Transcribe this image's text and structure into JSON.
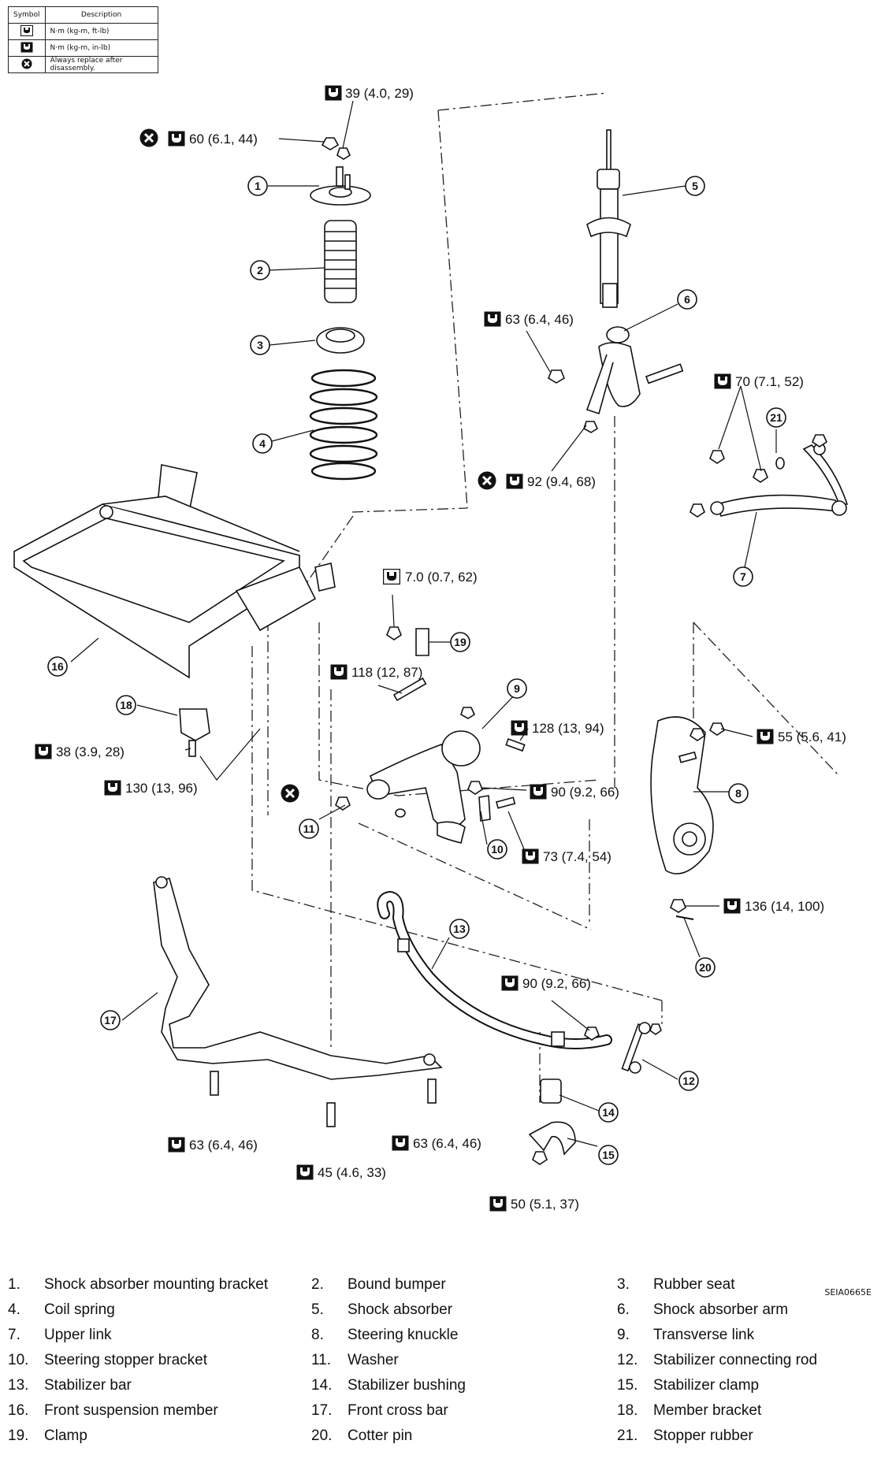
{
  "legend": {
    "headers": [
      "Symbol",
      "Description"
    ],
    "rows": [
      {
        "icon": "torque-wrench-icon",
        "description": "N·m (kg-m, ft-lb)"
      },
      {
        "icon": "torque-wrench-inlb-icon",
        "description": "N·m (kg-m, in-lb)"
      },
      {
        "icon": "replace-x-icon",
        "description": "Always replace after disassembly."
      }
    ]
  },
  "torque_labels": [
    {
      "text": "39 (4.0, 29)",
      "replace": false
    },
    {
      "text": "60 (6.1, 44)",
      "replace": true
    },
    {
      "text": "63 (6.4, 46)",
      "replace": false
    },
    {
      "text": "70 (7.1, 52)",
      "replace": false
    },
    {
      "text": "92 (9.4, 68)",
      "replace": true
    },
    {
      "text": "7.0 (0.7, 62)",
      "replace": false,
      "inlb": true
    },
    {
      "text": "118 (12, 87)",
      "replace": false
    },
    {
      "text": "128 (13, 94)",
      "replace": false
    },
    {
      "text": "55 (5.6, 41)",
      "replace": false
    },
    {
      "text": "38 (3.9, 28)",
      "replace": false
    },
    {
      "text": "130 (13, 96)",
      "replace": false
    },
    {
      "text": "90 (9.2, 66)",
      "replace": false
    },
    {
      "text": "73 (7.4, 54)",
      "replace": false
    },
    {
      "text": "136 (14, 100)",
      "replace": false
    },
    {
      "text": "90 (9.2, 66)",
      "replace": false
    },
    {
      "text": "63 (6.4, 46)",
      "replace": false
    },
    {
      "text": "63 (6.4, 46)",
      "replace": false
    },
    {
      "text": "45 (4.6, 33)",
      "replace": false
    },
    {
      "text": "50 (5.1, 37)",
      "replace": false
    }
  ],
  "callout_numbers": [
    "1",
    "2",
    "3",
    "4",
    "5",
    "6",
    "7",
    "8",
    "9",
    "10",
    "11",
    "12",
    "13",
    "14",
    "15",
    "16",
    "17",
    "18",
    "19",
    "20",
    "21"
  ],
  "figure_ref": "SEIA0665E",
  "parts": [
    {
      "num": "1.",
      "name": "Shock absorber mounting bracket"
    },
    {
      "num": "2.",
      "name": "Bound bumper"
    },
    {
      "num": "3.",
      "name": "Rubber seat"
    },
    {
      "num": "4.",
      "name": "Coil spring"
    },
    {
      "num": "5.",
      "name": "Shock absorber"
    },
    {
      "num": "6.",
      "name": "Shock absorber arm"
    },
    {
      "num": "7.",
      "name": "Upper link"
    },
    {
      "num": "8.",
      "name": "Steering knuckle"
    },
    {
      "num": "9.",
      "name": "Transverse link"
    },
    {
      "num": "10.",
      "name": "Steering stopper bracket"
    },
    {
      "num": "11.",
      "name": "Washer"
    },
    {
      "num": "12.",
      "name": "Stabilizer connecting rod"
    },
    {
      "num": "13.",
      "name": "Stabilizer bar"
    },
    {
      "num": "14.",
      "name": "Stabilizer bushing"
    },
    {
      "num": "15.",
      "name": "Stabilizer clamp"
    },
    {
      "num": "16.",
      "name": "Front suspension member"
    },
    {
      "num": "17.",
      "name": "Front cross bar"
    },
    {
      "num": "18.",
      "name": "Member bracket"
    },
    {
      "num": "19.",
      "name": "Clamp"
    },
    {
      "num": "20.",
      "name": "Cotter pin"
    },
    {
      "num": "21.",
      "name": "Stopper rubber"
    }
  ]
}
